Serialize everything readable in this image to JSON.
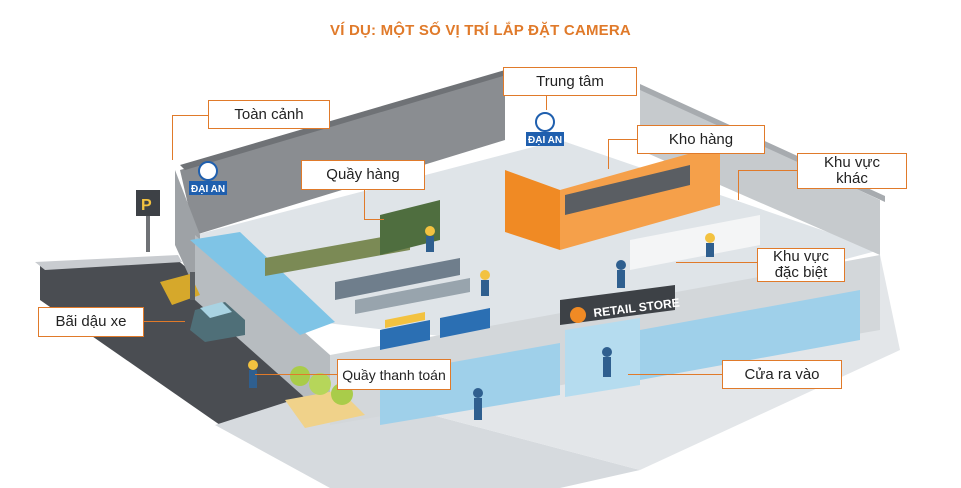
{
  "title": "VÍ DỤ: MỘT SỐ VỊ TRÍ LẮP ĐẶT CAMERA",
  "colors": {
    "accent": "#e07a2a",
    "title": "#e07a2a",
    "floor": "#dfe4e8",
    "wall": "#8a8d91",
    "parking": "#4a4d52",
    "orange_room": "#f08a24",
    "glass": "#9fd0ea",
    "logo_blue": "#1f5fae"
  },
  "store_sign": "RETAIL STORE",
  "brand": {
    "name": "ĐẠI AN",
    "parking_sign": "P"
  },
  "callouts": {
    "toan_canh": "Toàn cảnh",
    "trung_tam": "Trung tâm",
    "kho_hang": "Kho hàng",
    "quay_hang": "Quầy hàng",
    "khu_vuc_khac": "Khu vực\nkhác",
    "khu_vuc_dac_biet": "Khu vực\nđặc biệt",
    "bai_dau_xe": "Bãi dậu xe",
    "quay_thanh_toan": "Quầy thanh toán",
    "cua_ra_vao": "Cửa ra vào"
  }
}
